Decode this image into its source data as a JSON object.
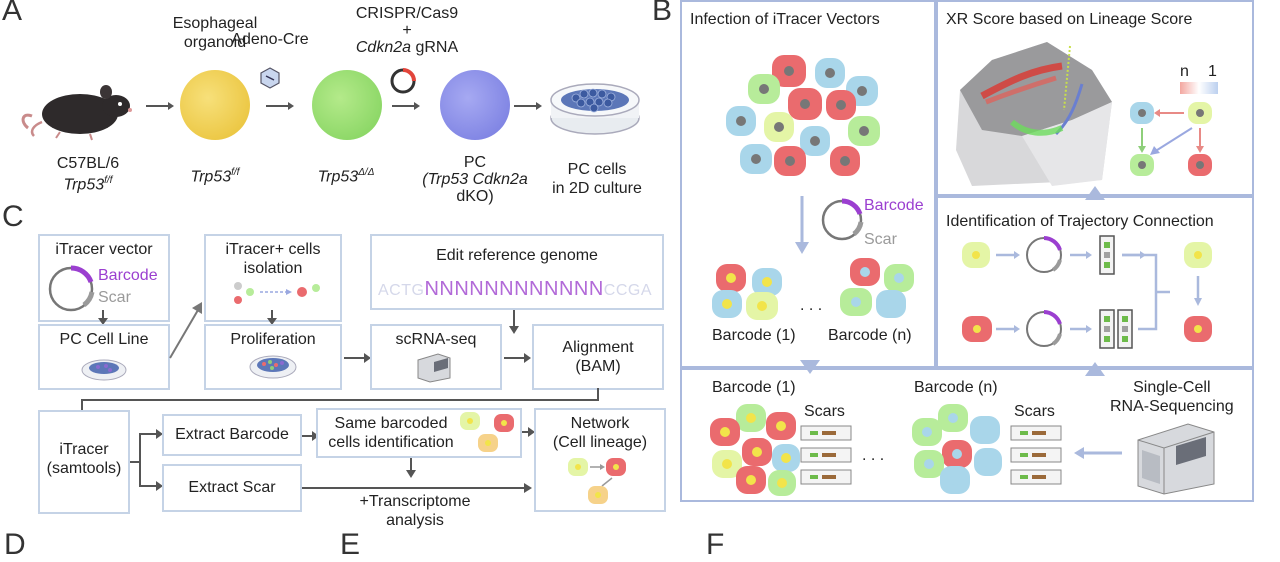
{
  "panel_letters": {
    "a": "A",
    "b": "B",
    "c": "C",
    "d": "D",
    "e": "E",
    "f": "F"
  },
  "panelA": {
    "organoid": "Esophageal\norganoid",
    "adeno": "Adeno-Cre",
    "crispr_line1": "CRISPR/Cas9",
    "crispr_plus": "+",
    "crispr_line3_gene": "Cdkn2a",
    "crispr_line3_rest": " gRNA",
    "mouse_line1": "C57BL/6",
    "mouse_line2": "Trp53",
    "mouse_line2_sup": "f/f",
    "trp_ff": "Trp53",
    "trp_ff_sup": "f/f",
    "trp_dd": "Trp53",
    "trp_dd_sup": "Δ/Δ",
    "pc_line1": "PC",
    "pc_line2": "(Trp53 Cdkn2a",
    "pc_line3": "dKO)",
    "pc2d": "PC cells\nin 2D culture"
  },
  "panelB": {
    "infection_title": "Infection of iTracer Vectors",
    "xr_title": "XR Score based on Lineage Score",
    "barcode": "Barcode",
    "scar": "Scar",
    "barcode_1": "Barcode (1)",
    "barcode_n": "Barcode (n)",
    "dots": ". . .",
    "traj_title": "Identification of Trajectory Connection",
    "scars": "Scars",
    "bottom_barcode_1": "Barcode (1)",
    "bottom_barcode_n": "Barcode (n)",
    "bottom_dots": ". . .",
    "single_cell": "Single-Cell\nRNA-Sequencing",
    "legend_n": "n",
    "legend_1": "1"
  },
  "panelC": {
    "itracer_vector": "iTracer vector",
    "barcode": "Barcode",
    "scar": "Scar",
    "pc_cell_line": "PC Cell Line",
    "itracer_isolation": "iTracer+ cells\nisolation",
    "proliferation": "Proliferation",
    "edit_ref": "Edit reference genome",
    "seq_left": "ACTG",
    "seq_mid": "NNNNNNNNNNNN",
    "seq_right": "CCGA",
    "scrnaseq": "scRNA-seq",
    "alignment": "Alignment\n(BAM)",
    "itracer_samtools": "iTracer\n(samtools)",
    "extract_barcode": "Extract Barcode",
    "extract_scar": "Extract Scar",
    "same_barcoded": "Same barcoded\ncells identification",
    "network": "Network\n(Cell lineage)",
    "transcriptome": "+Transcriptome\nanalysis"
  },
  "colors": {
    "box_border": "#c5d3e6",
    "panelB_border": "#aab9dd",
    "barcode_purple": "#9b3fd0",
    "scar_grey": "#9a9a9a",
    "organoid_yellow": "#f2cf4a",
    "organoid_green": "#8fdc6a",
    "organoid_blue": "#8a8ee8",
    "cell_red": "#ea6b6e",
    "cell_blue": "#a9d6ea",
    "cell_green": "#b7ec9a",
    "cell_yellowgreen": "#e4f5a6"
  }
}
